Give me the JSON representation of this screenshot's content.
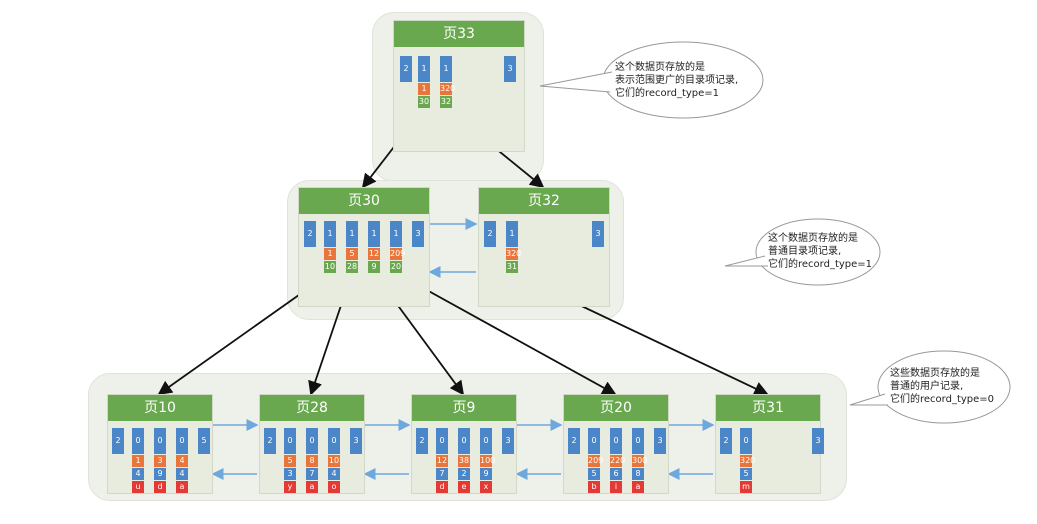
{
  "colors": {
    "green": "#6aa84f",
    "blue": "#4a86c8",
    "orange": "#e9753a",
    "red": "#e53935"
  },
  "pages": {
    "p33": {
      "title": "页33",
      "infimum": "2",
      "supremum": "3",
      "entries": [
        {
          "n": "1",
          "key": "1",
          "child": "30"
        },
        {
          "n": "1",
          "key": "320",
          "child": "32"
        }
      ]
    },
    "p30": {
      "title": "页30",
      "infimum": "2",
      "supremum": "3",
      "entries": [
        {
          "n": "1",
          "key": "1",
          "child": "10"
        },
        {
          "n": "1",
          "key": "5",
          "child": "28"
        },
        {
          "n": "1",
          "key": "12",
          "child": "9"
        },
        {
          "n": "1",
          "key": "209",
          "child": "20"
        }
      ]
    },
    "p32": {
      "title": "页32",
      "infimum": "2",
      "supremum": "3",
      "entries": [
        {
          "n": "1",
          "key": "320",
          "child": "31"
        }
      ]
    },
    "p10": {
      "title": "页10",
      "infimum": "2",
      "supremum": "5",
      "records": [
        {
          "n": "0",
          "key": "1",
          "c2": "4",
          "c3": "u"
        },
        {
          "n": "0",
          "key": "3",
          "c2": "9",
          "c3": "d"
        },
        {
          "n": "0",
          "key": "4",
          "c2": "4",
          "c3": "a"
        }
      ]
    },
    "p28": {
      "title": "页28",
      "infimum": "2",
      "supremum": "3",
      "records": [
        {
          "n": "0",
          "key": "5",
          "c2": "3",
          "c3": "y"
        },
        {
          "n": "0",
          "key": "8",
          "c2": "7",
          "c3": "a"
        },
        {
          "n": "0",
          "key": "10",
          "c2": "4",
          "c3": "o"
        }
      ]
    },
    "p9": {
      "title": "页9",
      "infimum": "2",
      "supremum": "3",
      "records": [
        {
          "n": "0",
          "key": "12",
          "c2": "7",
          "c3": "d"
        },
        {
          "n": "0",
          "key": "38",
          "c2": "2",
          "c3": "e"
        },
        {
          "n": "0",
          "key": "100",
          "c2": "9",
          "c3": "x"
        }
      ]
    },
    "p20": {
      "title": "页20",
      "infimum": "2",
      "supremum": "3",
      "records": [
        {
          "n": "0",
          "key": "209",
          "c2": "5",
          "c3": "b"
        },
        {
          "n": "0",
          "key": "220",
          "c2": "6",
          "c3": "i"
        },
        {
          "n": "0",
          "key": "300",
          "c2": "8",
          "c3": "a"
        }
      ]
    },
    "p31": {
      "title": "页31",
      "infimum": "2",
      "supremum": "3",
      "records": [
        {
          "n": "0",
          "key": "320",
          "c2": "5",
          "c3": "m"
        }
      ]
    }
  },
  "callouts": {
    "top": [
      "这个数据页存放的是",
      "表示范围更广的目录项记录,",
      "它们的record_type=1"
    ],
    "mid": [
      "这个数据页存放的是",
      "普通目录项记录,",
      "它们的record_type=1"
    ],
    "bottom": [
      "这些数据页存放的是",
      "普通的用户记录,",
      "它们的record_type=0"
    ]
  }
}
